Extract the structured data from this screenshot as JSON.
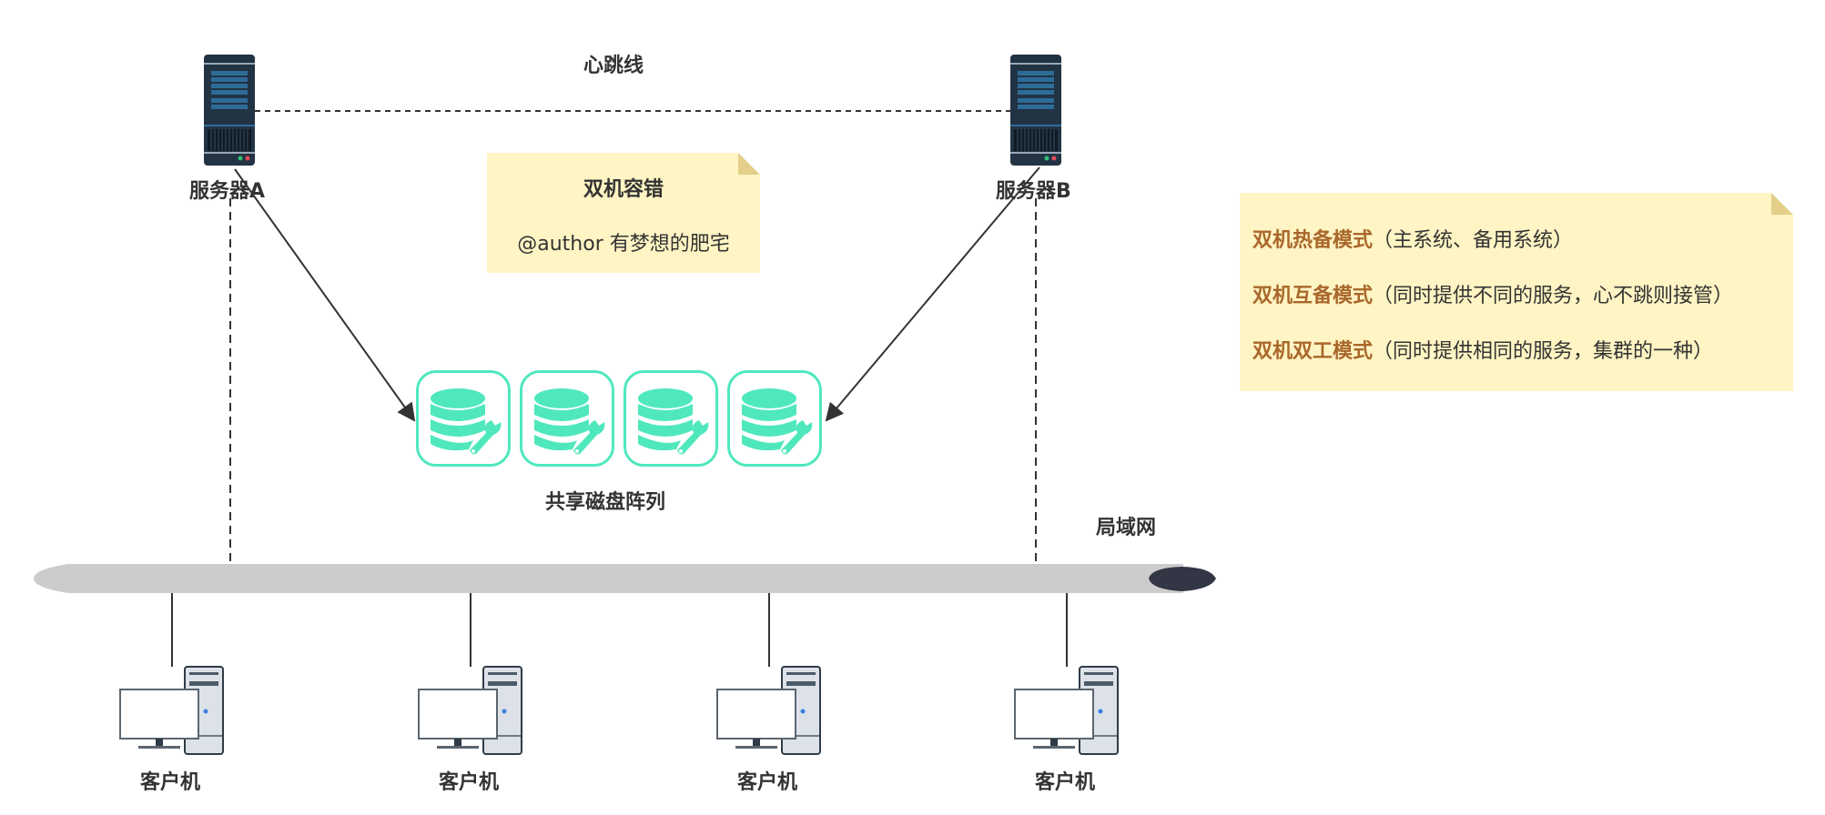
{
  "diagram": {
    "heartbeat_label": "心跳线",
    "server_a": {
      "label": "服务器A",
      "icon": "server-icon"
    },
    "server_b": {
      "label": "服务器B",
      "icon": "server-icon"
    },
    "title_note": {
      "title": "双机容错",
      "subtitle": "@author 有梦想的肥宅"
    },
    "modes_note": {
      "items": [
        {
          "key": "双机热备模式",
          "desc": "（主系统、备用系统）"
        },
        {
          "key": "双机互备模式",
          "desc": "（同时提供不同的服务，心不跳则接管）"
        },
        {
          "key": "双机双工模式",
          "desc": "（同时提供相同的服务，集群的一种）"
        }
      ]
    },
    "disk_array": {
      "label": "共享磁盘阵列",
      "disk_count": 4,
      "icon": "database-wrench-icon"
    },
    "lan": {
      "label": "局域网"
    },
    "clients": [
      {
        "label": "客户机",
        "icon": "desktop-computer-icon"
      },
      {
        "label": "客户机",
        "icon": "desktop-computer-icon"
      },
      {
        "label": "客户机",
        "icon": "desktop-computer-icon"
      },
      {
        "label": "客户机",
        "icon": "desktop-computer-icon"
      }
    ],
    "colors": {
      "note_bg": "#fff4c3",
      "note_fold": "#e3cf8a",
      "mode_key": "#a9672b",
      "disk_accent": "#4fe8bd",
      "server_body": "#223344",
      "lan_bar": "#cccccc",
      "lan_end": "#333645"
    }
  }
}
